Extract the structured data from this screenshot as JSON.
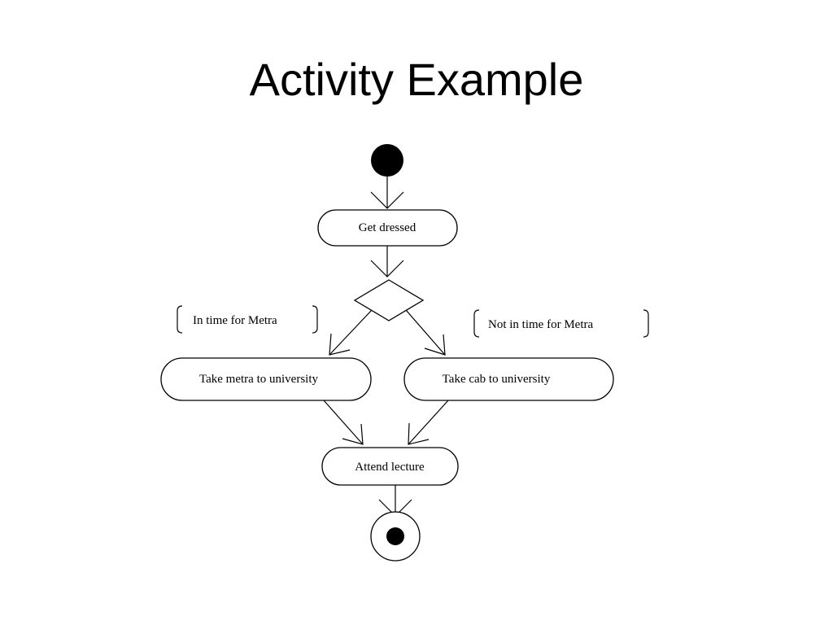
{
  "slide": {
    "title": "Activity Example"
  },
  "diagram": {
    "nodes": {
      "get_dressed": "Get dressed",
      "take_metra": "Take metra to university",
      "take_cab": "Take cab to university",
      "attend_lecture": "Attend lecture"
    },
    "guards": {
      "in_time": "In time for Metra",
      "not_in_time": "Not in time for Metra"
    }
  }
}
